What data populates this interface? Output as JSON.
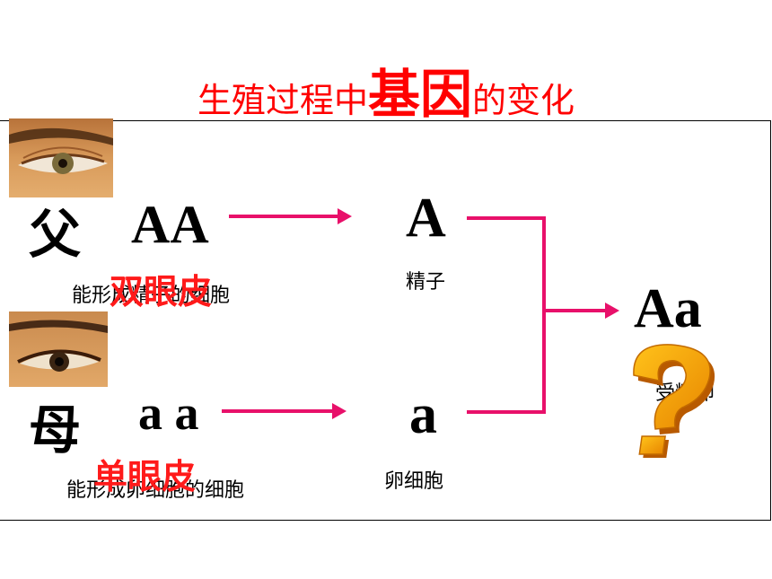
{
  "title": {
    "part1": "生殖过程中",
    "part2": "基因",
    "part3": "的变化"
  },
  "father": {
    "label": "父",
    "genotype": "AA",
    "cell_caption": "能形成精子的细胞",
    "trait": "双眼皮",
    "gamete": "A",
    "gamete_caption": "精子"
  },
  "mother": {
    "label": "母",
    "genotype": "a a",
    "cell_caption": "能形成卵细胞的细胞",
    "trait": "单眼皮",
    "gamete": "a",
    "gamete_caption": "卵细胞"
  },
  "offspring": {
    "genotype": "Aa",
    "caption": "受精卵"
  },
  "colors": {
    "title": "#ff0000",
    "trait": "#ff1a1a",
    "arrow": "#e8106a",
    "question": "#f5a000"
  },
  "icons": [
    "eye-double-eyelid-photo",
    "eye-single-eyelid-photo",
    "question-mark-icon"
  ]
}
